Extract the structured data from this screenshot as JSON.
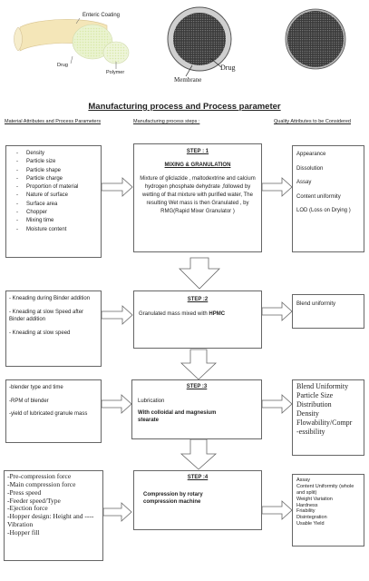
{
  "illustration": {
    "enteric_coating": "Enteric Coating",
    "drug_left": "Drug",
    "polymer": "Polymer",
    "drug_right": "Drug",
    "membrane": "Membrane"
  },
  "title": "Manufacturing  process  and Process parameter",
  "columns": {
    "left": "Material Attributes and Process Parameters",
    "middle": "Manufacturing process steps :",
    "right": "Quality Attributes to be Considered"
  },
  "row1": {
    "attributes": [
      "Density",
      "Particle size",
      "Particle shape",
      "Particle charge",
      "Proportion of material",
      "Nature of surface",
      "Surface area",
      "Chopper",
      "Mixing time",
      "Moisture content"
    ],
    "step_label": "STEP : 1",
    "step_name": "MIXING  & GRANULATION",
    "step_text": "Mixture of gliclazide , maltodextrine and calcium hydrogen phosphate dehydrate ,followed by wetting of that mixture with purified water, The resulting Wet mass is then Granulated , by RMG(Rapid Mixer Granulator )",
    "quality": [
      "Appearance",
      "Dissolution",
      "Assay",
      "Content uniformity",
      "LOD (Loss on Drying )"
    ]
  },
  "row2": {
    "params": [
      "- Kneading during  Binder addition",
      "- Kneading at slow Speed after Binder  addition",
      "- Kneading at slow speed"
    ],
    "step_label": "STEP :2",
    "step_text": "Granulated mass mixed with ",
    "step_bold": "HPMC",
    "quality": [
      "Blend uniformity"
    ]
  },
  "row3": {
    "params": [
      "-blender type and time",
      "-RPM of blender",
      "-yield of lubricated granule mass"
    ],
    "step_label": "STEP :3",
    "step_text": "Lubrication",
    "step_bold": "With colloidal and magnesium stearate",
    "quality": [
      "Blend Uniformity",
      "Particle Size",
      "Distribution",
      "Density",
      "Flowability/Compr",
      "-essibility"
    ]
  },
  "row4": {
    "params": [
      "-Pre-compression force",
      "-Main compression force",
      "-Press speed",
      "-Feeder speed/Type",
      "-Ejection force",
      "-Hopper design: Height and ---- Vibration",
      "-Hopper fill"
    ],
    "step_label": "STEP :4",
    "step_text": "Compression by rotary compression machine",
    "quality": [
      "Assay",
      "Content Uniformity (whole and split)",
      "Weight Variation",
      "Hardness",
      "Friability",
      "Disintegration",
      "Usable Yield"
    ]
  }
}
